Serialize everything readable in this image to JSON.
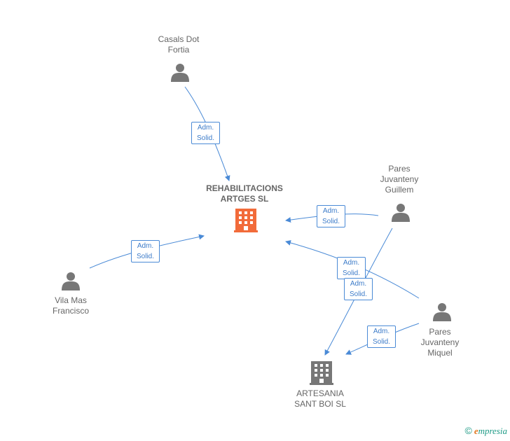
{
  "nodes": {
    "rehabilitacions": {
      "label": "REHABILITACIONS\nARTGES  SL",
      "type": "company",
      "color": "#f26b3a"
    },
    "artesania": {
      "label": "ARTESANIA\nSANT BOI  SL",
      "type": "company",
      "color": "#777777"
    },
    "casals": {
      "label": "Casals Dot\nFortia",
      "type": "person"
    },
    "vila": {
      "label": "Vila Mas\nFrancisco",
      "type": "person"
    },
    "guillem": {
      "label": "Pares\nJuvanteny\nGuillem",
      "type": "person"
    },
    "miquel": {
      "label": "Pares\nJuvanteny\nMiquel",
      "type": "person"
    }
  },
  "edges": [
    {
      "from": "casals",
      "to": "rehabilitacions",
      "label": "Adm.\nSolid."
    },
    {
      "from": "vila",
      "to": "rehabilitacions",
      "label": "Adm.\nSolid."
    },
    {
      "from": "guillem",
      "to": "rehabilitacions",
      "label": "Adm.\nSolid."
    },
    {
      "from": "miquel",
      "to": "rehabilitacions",
      "label": "Adm.\nSolid."
    },
    {
      "from": "guillem",
      "to": "artesania",
      "label": "Adm.\nSolid."
    },
    {
      "from": "miquel",
      "to": "artesania",
      "label": "Adm.\nSolid."
    }
  ],
  "colors": {
    "edge": "#4a8ad6",
    "person": "#777777"
  },
  "brand": {
    "copyright": "©",
    "e": "e",
    "rest": "mpresia"
  }
}
